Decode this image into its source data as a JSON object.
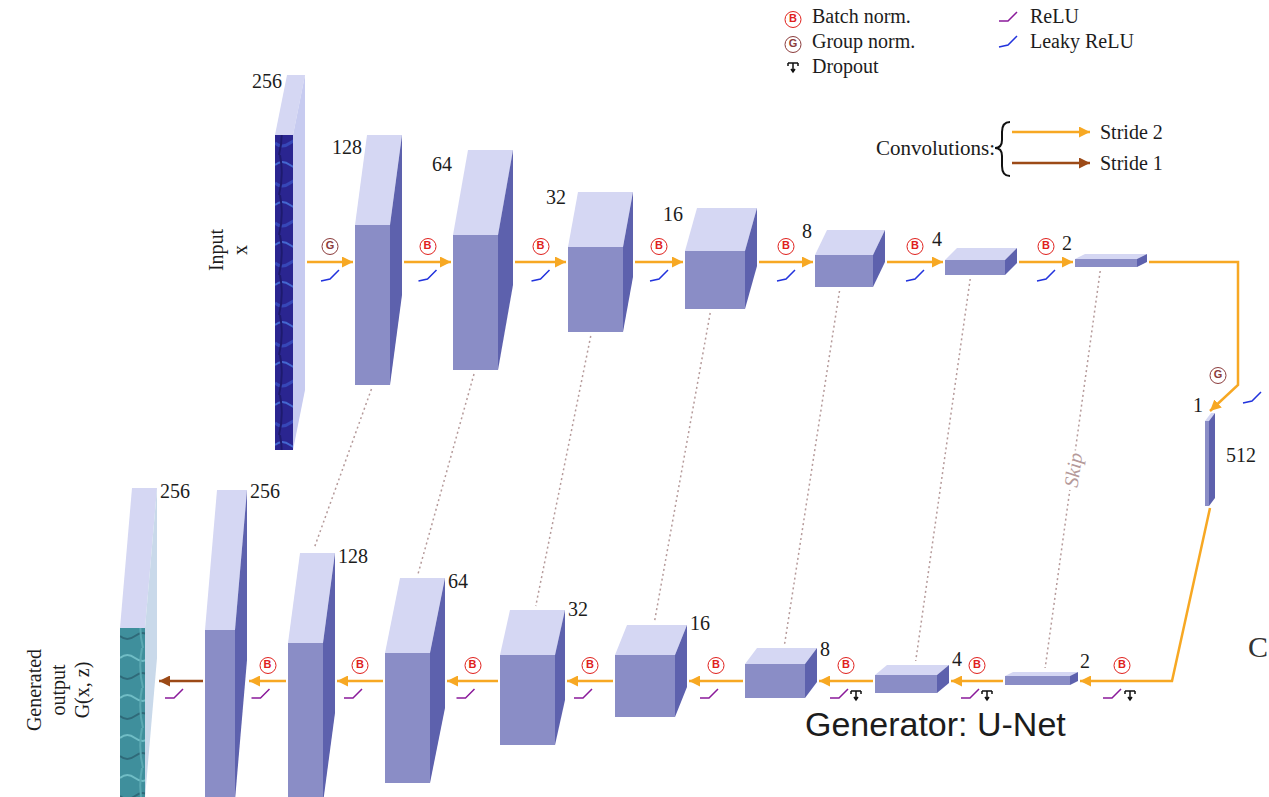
{
  "diagram": {
    "nodes": [
      {
        "text": [
          "256",
          "Input x"
        ]
      },
      {
        "text": [
          "128"
        ]
      },
      {
        "text": [
          "64"
        ]
      },
      {
        "text": [
          "32"
        ]
      },
      {
        "text": [
          "16"
        ]
      },
      {
        "text": [
          "8"
        ]
      },
      {
        "text": [
          "4"
        ]
      },
      {
        "text": [
          "2"
        ]
      },
      {
        "text": [
          "1",
          "512"
        ]
      },
      {
        "text": [
          "2"
        ]
      },
      {
        "text": [
          "4"
        ]
      },
      {
        "text": [
          "8"
        ]
      },
      {
        "text": [
          "16"
        ]
      },
      {
        "text": [
          "32"
        ]
      },
      {
        "text": [
          "64"
        ]
      },
      {
        "text": [
          "128"
        ]
      },
      {
        "text": [
          "256"
        ]
      },
      {
        "text": [
          "256",
          "Generated output G(x, z)"
        ]
      }
    ],
    "edges": [
      {
        "from": 0,
        "to": 1,
        "arrow": "to",
        "label": "G"
      },
      {
        "from": 1,
        "to": 2,
        "arrow": "to",
        "label": "B"
      },
      {
        "from": 2,
        "to": 3,
        "arrow": "to",
        "label": "B"
      },
      {
        "from": 3,
        "to": 4,
        "arrow": "to",
        "label": "B"
      },
      {
        "from": 4,
        "to": 5,
        "arrow": "to",
        "label": "B"
      },
      {
        "from": 5,
        "to": 6,
        "arrow": "to",
        "label": "B"
      },
      {
        "from": 6,
        "to": 7,
        "arrow": "to",
        "label": "B"
      },
      {
        "from": 7,
        "to": 8,
        "arrow": "to",
        "label": "G"
      },
      {
        "from": 8,
        "to": 9,
        "arrow": "to",
        "label": "B"
      },
      {
        "from": 9,
        "to": 10,
        "arrow": "to",
        "label": "B"
      },
      {
        "from": 10,
        "to": 11,
        "arrow": "to",
        "label": "B"
      },
      {
        "from": 11,
        "to": 12,
        "arrow": "to",
        "label": "B"
      },
      {
        "from": 12,
        "to": 13,
        "arrow": "to",
        "label": "B"
      },
      {
        "from": 13,
        "to": 14,
        "arrow": "to",
        "label": "B"
      },
      {
        "from": 14,
        "to": 15,
        "arrow": "to",
        "label": "B"
      },
      {
        "from": 15,
        "to": 16,
        "arrow": "to",
        "label": "B"
      },
      {
        "from": 16,
        "to": 17,
        "arrow": "to"
      },
      {
        "from": 1,
        "to": 15,
        "arrow": "none"
      },
      {
        "from": 2,
        "to": 14,
        "arrow": "none"
      },
      {
        "from": 3,
        "to": 13,
        "arrow": "none"
      },
      {
        "from": 4,
        "to": 12,
        "arrow": "none"
      },
      {
        "from": 5,
        "to": 11,
        "arrow": "none"
      },
      {
        "from": 6,
        "to": 10,
        "arrow": "none"
      },
      {
        "from": 7,
        "to": 9,
        "arrow": "none",
        "label": "Skip"
      }
    ],
    "labels": [
      "B",
      "G",
      "Convolutions:",
      "Generator: U-Net",
      "C"
    ],
    "legend": [
      {
        "text": "Batch norm."
      },
      {
        "text": "Group norm."
      },
      {
        "text": "Dropout"
      },
      {
        "text": "ReLU"
      },
      {
        "text": "Leaky ReLU"
      },
      {
        "text": "Stride 2"
      },
      {
        "text": "Stride 1"
      }
    ]
  }
}
